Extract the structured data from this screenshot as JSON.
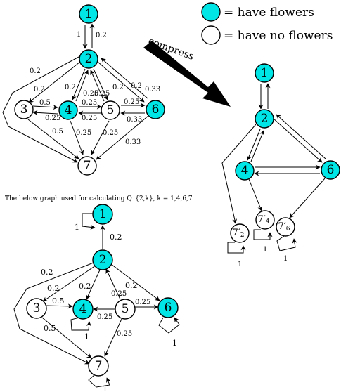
{
  "legend": {
    "flowers": "= have flowers",
    "no_flowers": "= have no flowers"
  },
  "compress_label": "compress",
  "caption": "The below graph used for calculating Q_{2,k}, k = 1,4,6,7",
  "colors": {
    "flower": "#00e5e5",
    "no_flower": "#ffffff"
  },
  "graph_top": {
    "nodes": [
      "1",
      "2",
      "3",
      "4",
      "5",
      "6",
      "7"
    ],
    "edge_labels": {
      "e_1_2": "1",
      "e_2_1": "0.2",
      "e_2_7": "0.2",
      "e_2_3": "0.2",
      "e_2_4": "0.2",
      "e_2_5": "0.2",
      "e_2_6": "0.2",
      "e_4_2": "0.25",
      "e_5_2": "0.25",
      "e_6_2": "0.33",
      "e_3_4": "0.5",
      "e_4_3": "0.25",
      "e_4_5": "0.25",
      "e_5_4": "0.25",
      "e_5_6": "0.25",
      "e_6_5": "0.33",
      "e_3_7": "0.5",
      "e_4_7": "0.25",
      "e_5_7": "0.25",
      "e_6_7": "0.33"
    }
  },
  "graph_compressed": {
    "nodes": [
      "1",
      "2",
      "4",
      "6"
    ],
    "sink_nodes": [
      {
        "base": "7",
        "prime": "′",
        "sub": "2",
        "loop": "1"
      },
      {
        "base": "7",
        "prime": "′",
        "sub": "4",
        "loop": "1"
      },
      {
        "base": "7",
        "prime": "′",
        "sub": "6",
        "loop": "1"
      }
    ]
  },
  "graph_bottom": {
    "nodes": [
      "1",
      "2",
      "3",
      "4",
      "5",
      "6",
      "7"
    ],
    "edge_labels": {
      "loop_1": "1",
      "e_2_1": "0.2",
      "e_2_7": "0.2",
      "e_2_3": "0.2",
      "e_2_4": "0.2",
      "e_2_6": "0.2",
      "e_5_2": "0.25",
      "e_3_4": "0.5",
      "e_5_4": "0.25",
      "e_5_6": "0.25",
      "e_3_7": "0.5",
      "e_5_7": "0.25",
      "loop_4": "1",
      "loop_6": "1",
      "loop_7": "1"
    }
  }
}
